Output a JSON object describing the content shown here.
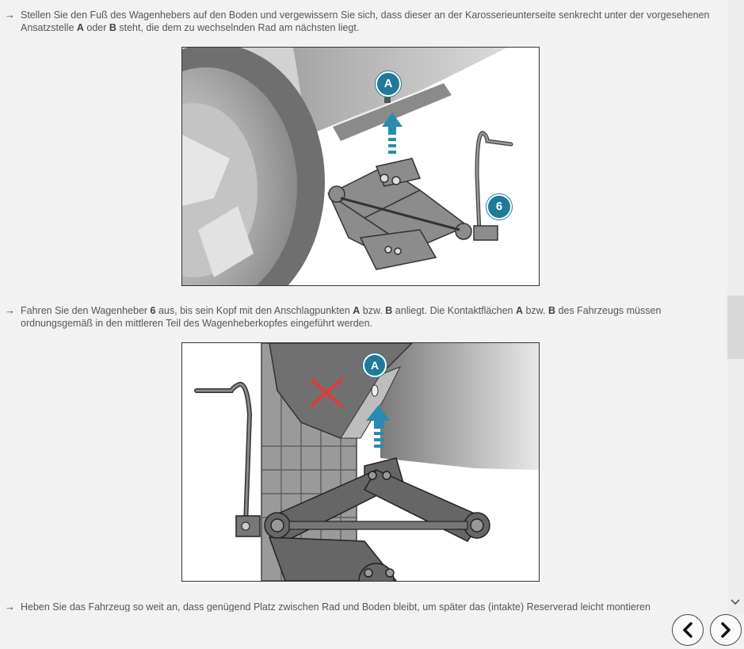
{
  "steps": [
    {
      "parts": [
        "Stellen Sie den Fuß des Wagenhebers auf den Boden und vergewissern Sie sich, dass dieser an der Karosserieunterseite senkrecht unter der vorgesehenen Ansatzstelle ",
        "A",
        " oder ",
        "B",
        " steht, die dem zu wechselnden Rad am nächsten liegt."
      ]
    },
    {
      "parts": [
        "Fahren Sie den Wagenheber ",
        "6",
        " aus, bis sein Kopf mit den Anschlagpunkten ",
        "A",
        " bzw. ",
        "B",
        " anliegt. Die Kontaktflächen ",
        "A",
        " bzw. ",
        "B",
        " des Fahrzeugs müssen ordnungsgemäß in den mittleren Teil des Wagenheberkopfes eingeführt werden."
      ]
    },
    {
      "text": "Heben Sie das Fahrzeug so weit an, dass genügend Platz zwischen Rad und Boden bleibt, um später das (intakte) Reserverad leicht montieren"
    }
  ],
  "figure1": {
    "label_a": "A",
    "label_6": "6"
  },
  "figure2": {
    "label_a": "A"
  },
  "colors": {
    "callout": "#1f7a9a",
    "arrow": "#2a8bb0",
    "cross": "#e03a3a"
  },
  "nav": {
    "prev_icon": "chevron-left-icon",
    "next_icon": "chevron-right-icon"
  }
}
